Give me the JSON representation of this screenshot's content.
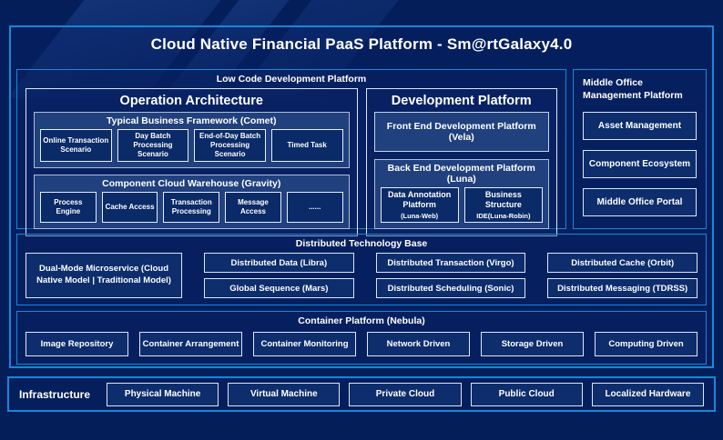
{
  "title": "Cloud Native Financial PaaS Platform - Sm@rtGalaxy4.0",
  "low_code": {
    "title": "Low Code Development Platform",
    "operation_architecture": {
      "title": "Operation Architecture",
      "typical_business": {
        "title": "Typical Business Framework (Comet)",
        "items": [
          "Online Transaction Scenario",
          "Day Batch Processing Scenario",
          "End-of-Day Batch Processing Scenario",
          "Timed Task"
        ]
      },
      "component_cloud": {
        "title": "Component Cloud Warehouse (Gravity)",
        "items": [
          "Process Engine",
          "Cache Access",
          "Transaction Processing",
          "Message Access",
          "......"
        ]
      }
    },
    "development_platform": {
      "title": "Development Platform",
      "front_end": "Front End Development Platform (Vela)",
      "back_end": {
        "title": "Back End Development Platform (Luna)",
        "items": [
          {
            "title": "Data Annotation Platform",
            "subtitle": "(Luna-Web)"
          },
          {
            "title": "Business Structure",
            "subtitle": "IDE(Luna-Robin)"
          }
        ]
      }
    }
  },
  "middle_office": {
    "title": "Middle Office Management Platform",
    "items": [
      "Asset Management",
      "Component Ecosystem",
      "Middle Office Portal"
    ]
  },
  "distributed": {
    "title": "Distributed Technology Base",
    "dual_mode": "Dual-Mode Microservice (Cloud Native Model | Traditional Model)",
    "columns": [
      [
        "Distributed Data (Libra)",
        "Global Sequence (Mars)"
      ],
      [
        "Distributed Transaction (Virgo)",
        "Distributed Scheduling (Sonic)"
      ],
      [
        "Distributed Cache (Orbit)",
        "Distributed Messaging (TDRSS)"
      ]
    ]
  },
  "container_platform": {
    "title": "Container Platform (Nebula)",
    "items": [
      "Image Repository",
      "Container Arrangement",
      "Container Monitoring",
      "Network Driven",
      "Storage Driven",
      "Computing Driven"
    ]
  },
  "infrastructure": {
    "label": "Infrastructure",
    "items": [
      "Physical Machine",
      "Virtual Machine",
      "Private Cloud",
      "Public Cloud",
      "Localized Hardware"
    ]
  },
  "colors": {
    "background": "#041e5a",
    "accent_border_blue": "#1b86d8",
    "light_box_border": "#dce6f4",
    "panel_fill": "#20407e",
    "dark_box_fill": "#0a2a68",
    "text": "#ffffff"
  }
}
